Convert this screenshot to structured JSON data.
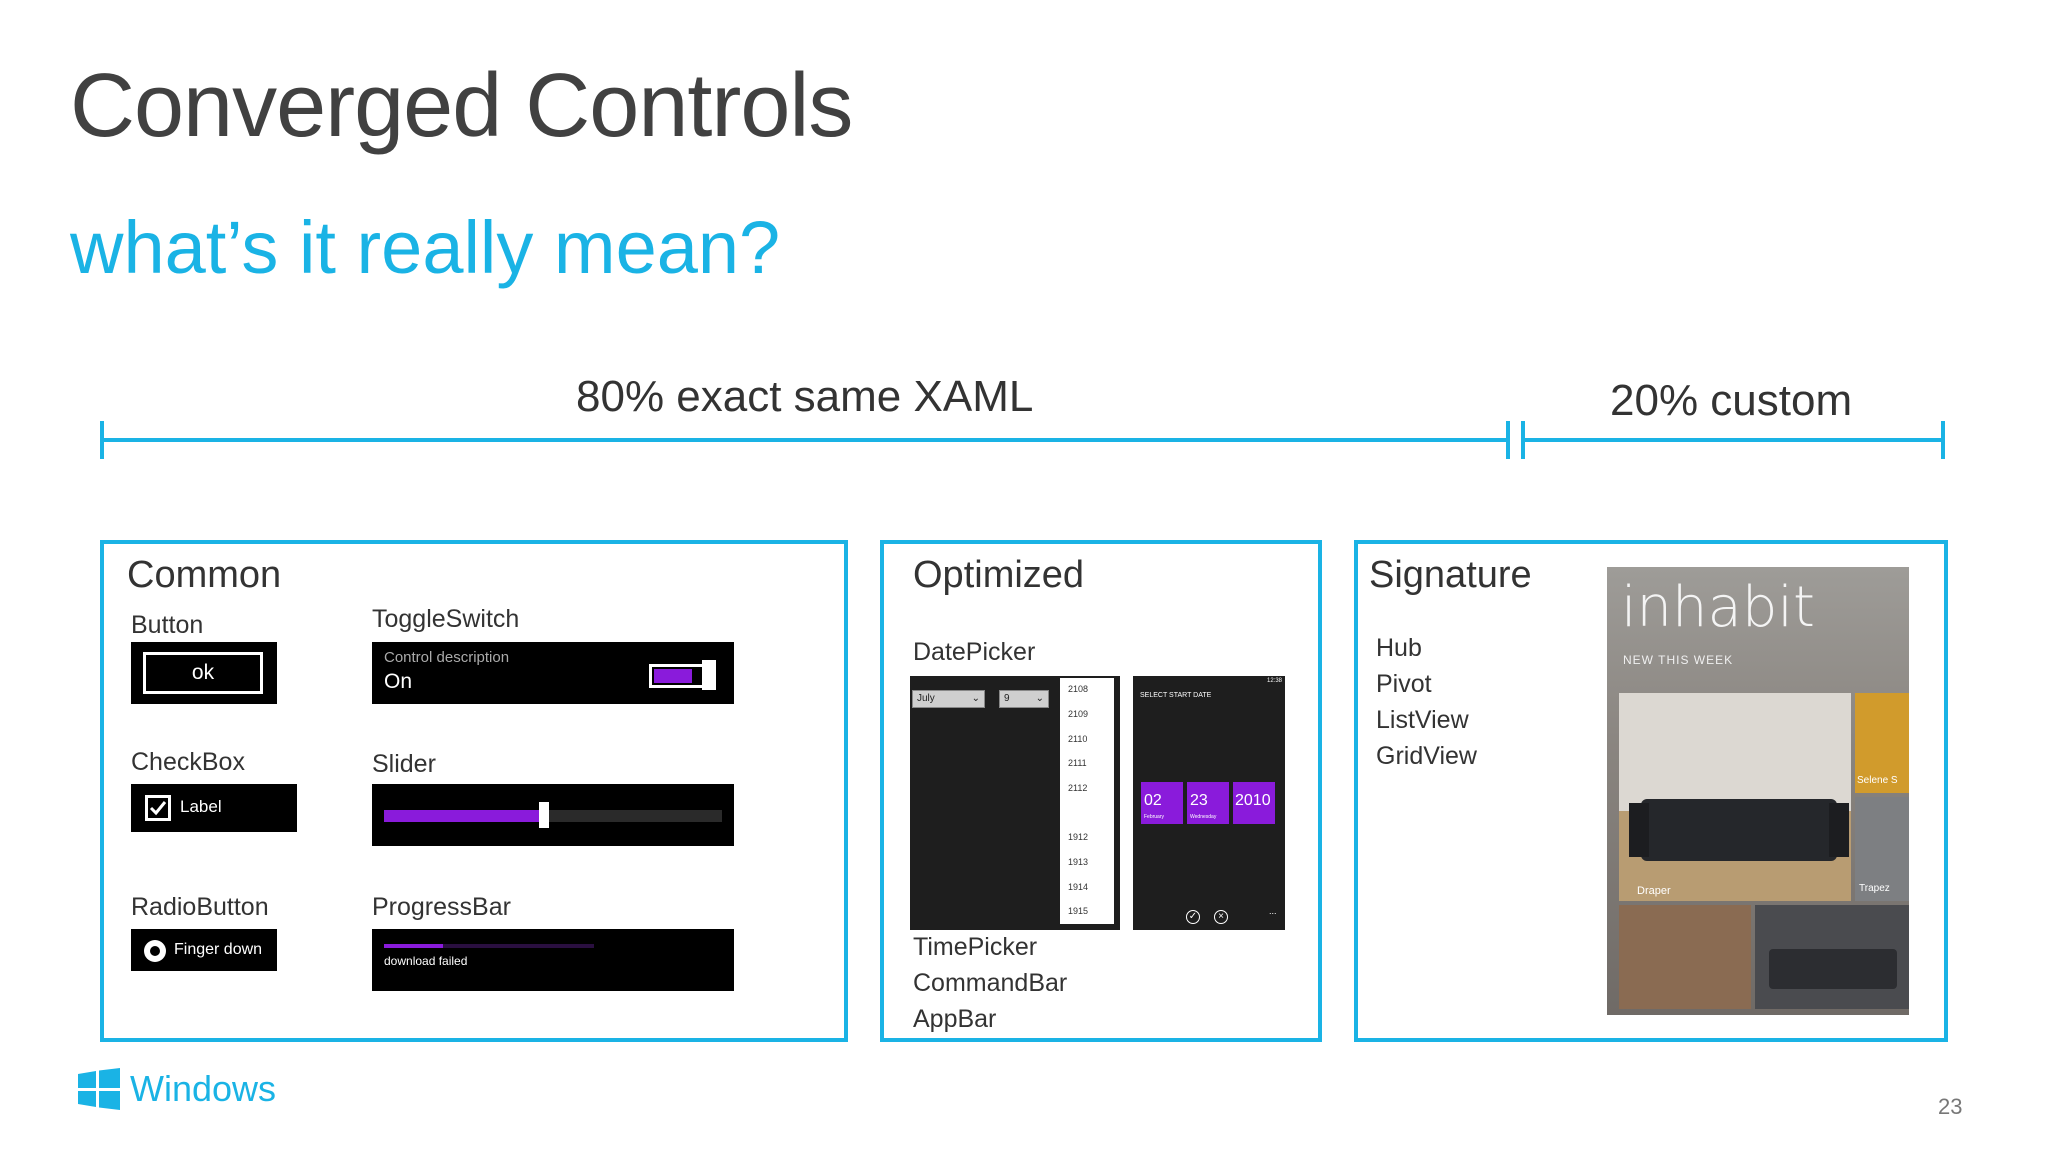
{
  "slide": {
    "title": "Converged Controls",
    "subtitle": "what’s it really mean?",
    "page_number": "23"
  },
  "spans": {
    "left_label": "80% exact same XAML",
    "right_label": "20% custom"
  },
  "common": {
    "title": "Common",
    "button_label": "Button",
    "button_text": "ok",
    "toggle_label": "ToggleSwitch",
    "toggle_description": "Control description",
    "toggle_state": "On",
    "checkbox_label": "CheckBox",
    "checkbox_text": "Label",
    "slider_label": "Slider",
    "slider_value": 0.46,
    "radio_label": "RadioButton",
    "radio_text": "Finger down",
    "progress_label": "ProgressBar",
    "progress_text": "download failed",
    "progress_value": 0.28
  },
  "optimized": {
    "title": "Optimized",
    "datepicker_label": "DatePicker",
    "dropdown_month": "July",
    "dropdown_day": "9",
    "years_top": [
      "2108",
      "2109",
      "2110",
      "2111",
      "2112"
    ],
    "years_bottom": [
      "1912",
      "1913",
      "1914",
      "1915"
    ],
    "select_header": "SELECT START DATE",
    "clock": "12:38",
    "tile_month": "02",
    "tile_month_sub": "February",
    "tile_day": "23",
    "tile_day_sub": "Wednesday",
    "tile_year": "2010",
    "more": "...",
    "items": [
      "TimePicker",
      "CommandBar",
      "AppBar"
    ]
  },
  "signature": {
    "title": "Signature",
    "items": [
      "Hub",
      "Pivot",
      "ListView",
      "GridView"
    ],
    "app_name": "inhabit",
    "app_subtitle": "NEW THIS WEEK",
    "caption_left": "Draper",
    "caption_right_top": "Selene S",
    "caption_right_bottom": "Trapez"
  },
  "footer": {
    "brand": "Windows"
  },
  "colors": {
    "accent": "#1ab3e5",
    "purple": "#8a1bdb"
  }
}
